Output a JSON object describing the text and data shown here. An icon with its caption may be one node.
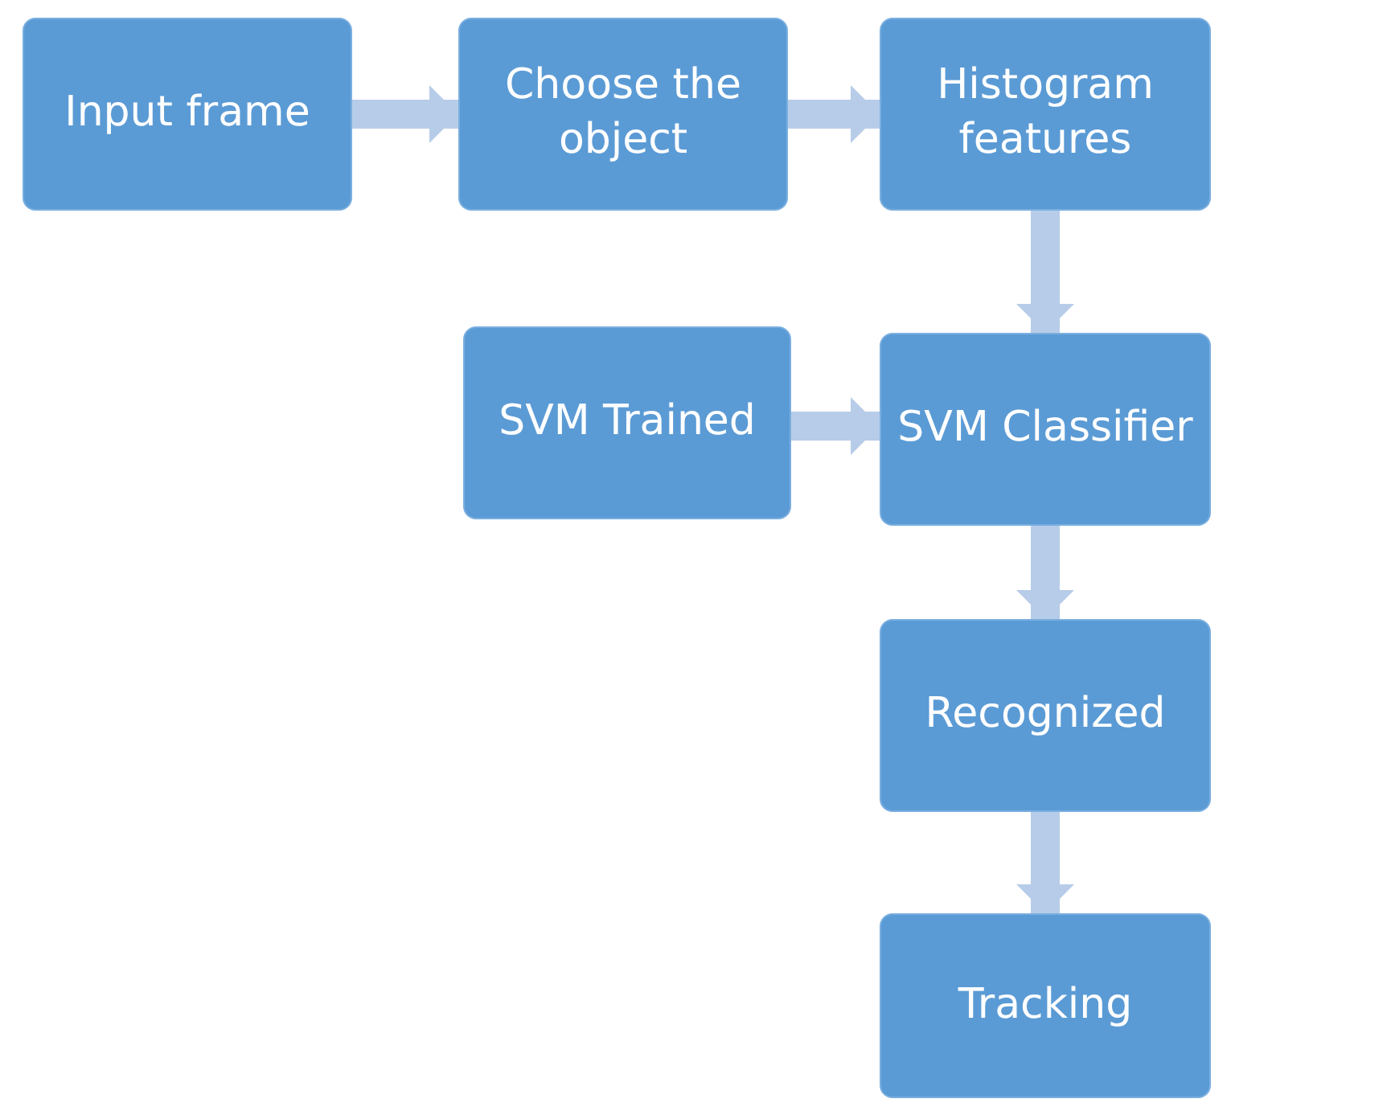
{
  "diagram": {
    "nodes": [
      {
        "text": [
          "Input frame"
        ]
      },
      {
        "text": [
          "Choose the object"
        ]
      },
      {
        "text": [
          "Histogram features"
        ]
      },
      {
        "text": [
          "SVM Trained"
        ]
      },
      {
        "text": [
          "SVM Classifier"
        ]
      },
      {
        "text": [
          "Recognized"
        ]
      },
      {
        "text": [
          "Tracking"
        ]
      }
    ],
    "edges": [
      {
        "from": 0,
        "to": 1,
        "arrow": "to"
      },
      {
        "from": 1,
        "to": 2,
        "arrow": "to"
      },
      {
        "from": 2,
        "to": 4,
        "arrow": "to"
      },
      {
        "from": 3,
        "to": 4,
        "arrow": "to"
      },
      {
        "from": 4,
        "to": 5,
        "arrow": "to"
      },
      {
        "from": 5,
        "to": 6,
        "arrow": "to"
      }
    ]
  }
}
